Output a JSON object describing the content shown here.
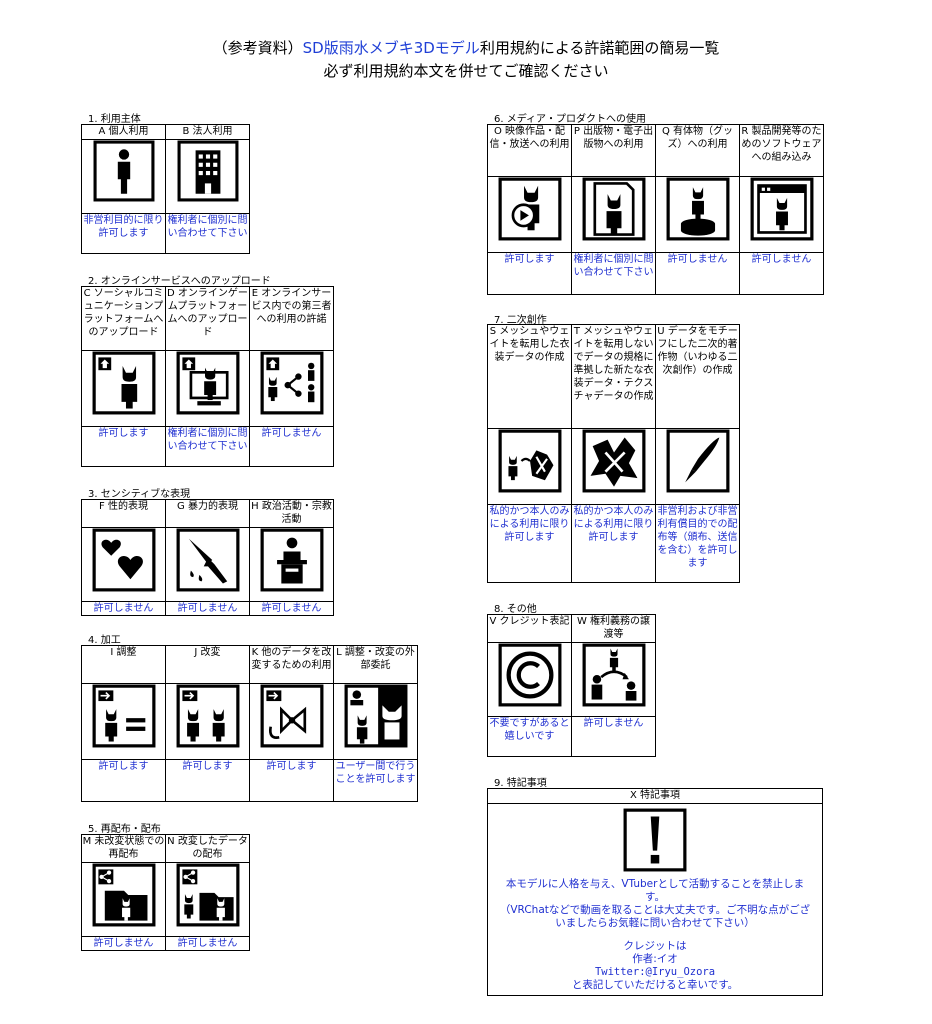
{
  "header": {
    "line1_prefix": "（参考資料）",
    "line1_model": "SD版雨水メブキ3Dモデル",
    "line1_suffix": "利用規約による許諾範囲の簡易一覧",
    "line2": "必ず利用規約本文を併せてご確認ください"
  },
  "sections": {
    "s1": {
      "title": "1. 利用主体",
      "cols": [
        {
          "label": "A 個人利用",
          "result": "非営利目的に限り許可します"
        },
        {
          "label": "B 法人利用",
          "result": "権利者に個別に問い合わせて下さい"
        }
      ]
    },
    "s2": {
      "title": "2. オンラインサービスへのアップロード",
      "cols": [
        {
          "label": "C ソーシャルコミュニケーションプラットフォームへのアップロード",
          "result": "許可します"
        },
        {
          "label": "D オンラインゲームプラットフォームへのアップロード",
          "result": "権利者に個別に問い合わせて下さい"
        },
        {
          "label": "E オンラインサービス内での第三者への利用の許諾",
          "result": "許可しません"
        }
      ]
    },
    "s3": {
      "title": "3. センシティブな表現",
      "cols": [
        {
          "label": "F 性的表現",
          "result": "許可しません"
        },
        {
          "label": "G 暴力的表現",
          "result": "許可しません"
        },
        {
          "label": "H 政治活動・宗教活動",
          "result": "許可しません"
        }
      ]
    },
    "s4": {
      "title": "4. 加工",
      "cols": [
        {
          "label": "I 調整",
          "result": "許可します"
        },
        {
          "label": "J 改変",
          "result": "許可します"
        },
        {
          "label": "K 他のデータを改変するための利用",
          "result": "許可します"
        },
        {
          "label": "L 調整・改変の外部委託",
          "result": "ユーザー間で行うことを許可します"
        }
      ]
    },
    "s5": {
      "title": "5. 再配布・配布",
      "cols": [
        {
          "label": "M 未改変状態での再配布",
          "result": "許可しません"
        },
        {
          "label": "N 改変したデータの配布",
          "result": "許可しません"
        }
      ]
    },
    "s6": {
      "title": "6. メディア・プロダクトへの使用",
      "cols": [
        {
          "label": "O 映像作品・配信・放送への利用",
          "result": "許可します"
        },
        {
          "label": "P 出版物・電子出版物への利用",
          "result": "権利者に個別に問い合わせて下さい"
        },
        {
          "label": "Q 有体物（グッズ）への利用",
          "result": "許可しません"
        },
        {
          "label": "R 製品開発等のためのソフトウェアへの組み込み",
          "result": "許可しません"
        }
      ]
    },
    "s7": {
      "title": "7. 二次創作",
      "cols": [
        {
          "label": "S メッシュやウェイトを転用した衣装データの作成",
          "result": "私的かつ本人のみによる利用に限り許可します"
        },
        {
          "label": "T メッシュやウェイトを転用しないでデータの規格に準拠した新たな衣装データ・テクスチャデータの作成",
          "result": "私的かつ本人のみによる利用に限り許可します"
        },
        {
          "label": "U データをモチーフにした二次的著作物（いわゆる二次創作）の作成",
          "result": "非営利および非営利有償目的での配布等（頒布、送信を含む）を許可します"
        }
      ]
    },
    "s8": {
      "title": "8. その他",
      "cols": [
        {
          "label": "V クレジット表記",
          "result": "不要ですがあると嬉しいです"
        },
        {
          "label": "W 権利義務の譲渡等",
          "result": "許可しません"
        }
      ]
    },
    "s9": {
      "title": "9. 特記事項",
      "head": "X 特記事項",
      "line1": "本モデルに人格を与え、VTuberとして活動することを禁止します。",
      "line2": "（VRChatなどで動画を取ることは大丈夫です。ご不明な点がございましたらお気軽に問い合わせて下さい）",
      "credit_label": "クレジットは",
      "credit_author": "作者:イオ",
      "credit_twitter": "Twitter:@Iryu_Ozora",
      "credit_tail": "と表記していただけると幸いです。"
    }
  },
  "icons": {
    "person": "person-icon",
    "building": "building-icon",
    "upload-cat": "upload-cat-icon",
    "heart": "heart-icon",
    "knife": "knife-icon",
    "podium": "podium-icon",
    "copyright": "copyright-icon",
    "exclamation": "exclamation-icon",
    "pen": "pen-icon"
  },
  "colors": {
    "accent": "#1f2fd0",
    "title_accent": "#1f3fd6"
  }
}
